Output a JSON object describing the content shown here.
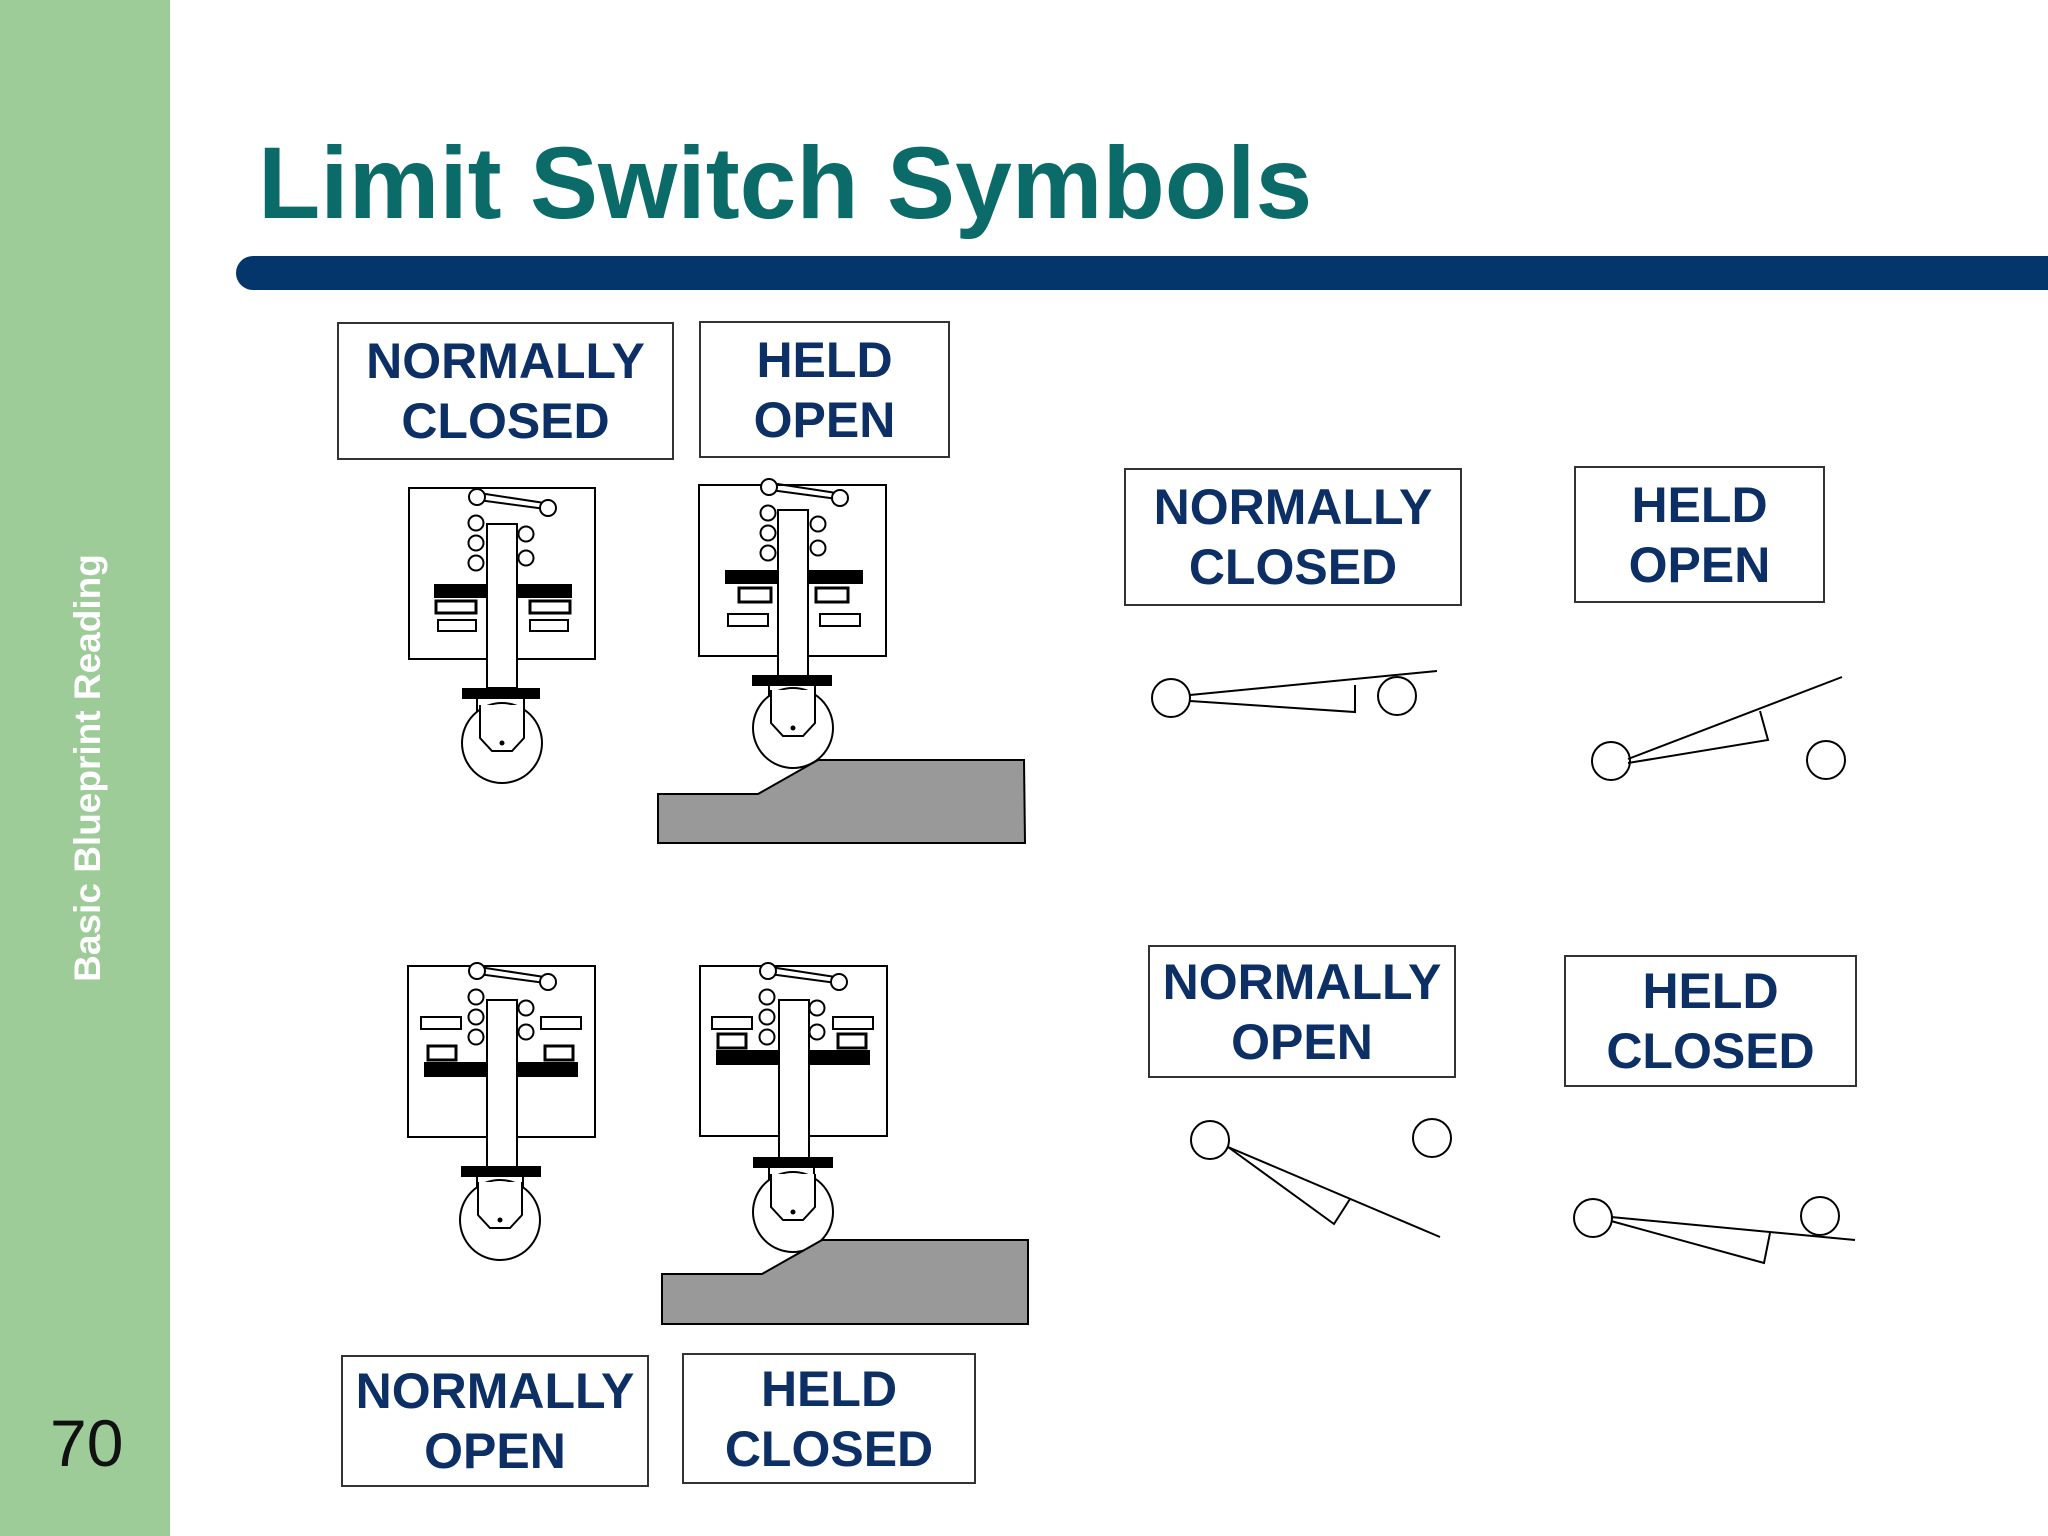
{
  "sidebar": {
    "label": "Basic Blueprint Reading",
    "page_number": "70"
  },
  "title": "Limit Switch Symbols",
  "colors": {
    "sidebar": "#9dcc99",
    "title": "#0b6b68",
    "rule": "#04356b",
    "label_text": "#0c2f66",
    "cam": "#999999"
  },
  "labels": {
    "mech_nc": {
      "line1": "NORMALLY",
      "line2": "CLOSED"
    },
    "mech_ho": {
      "line1": "HELD",
      "line2": "OPEN"
    },
    "sym_nc": {
      "line1": "NORMALLY",
      "line2": "CLOSED"
    },
    "sym_ho": {
      "line1": "HELD",
      "line2": "OPEN"
    },
    "sym_no": {
      "line1": "NORMALLY",
      "line2": "OPEN"
    },
    "sym_hc": {
      "line1": "HELD",
      "line2": "CLOSED"
    },
    "mech_no": {
      "line1": "NORMALLY",
      "line2": "OPEN"
    },
    "mech_hc": {
      "line1": "HELD",
      "line2": "CLOSED"
    }
  }
}
